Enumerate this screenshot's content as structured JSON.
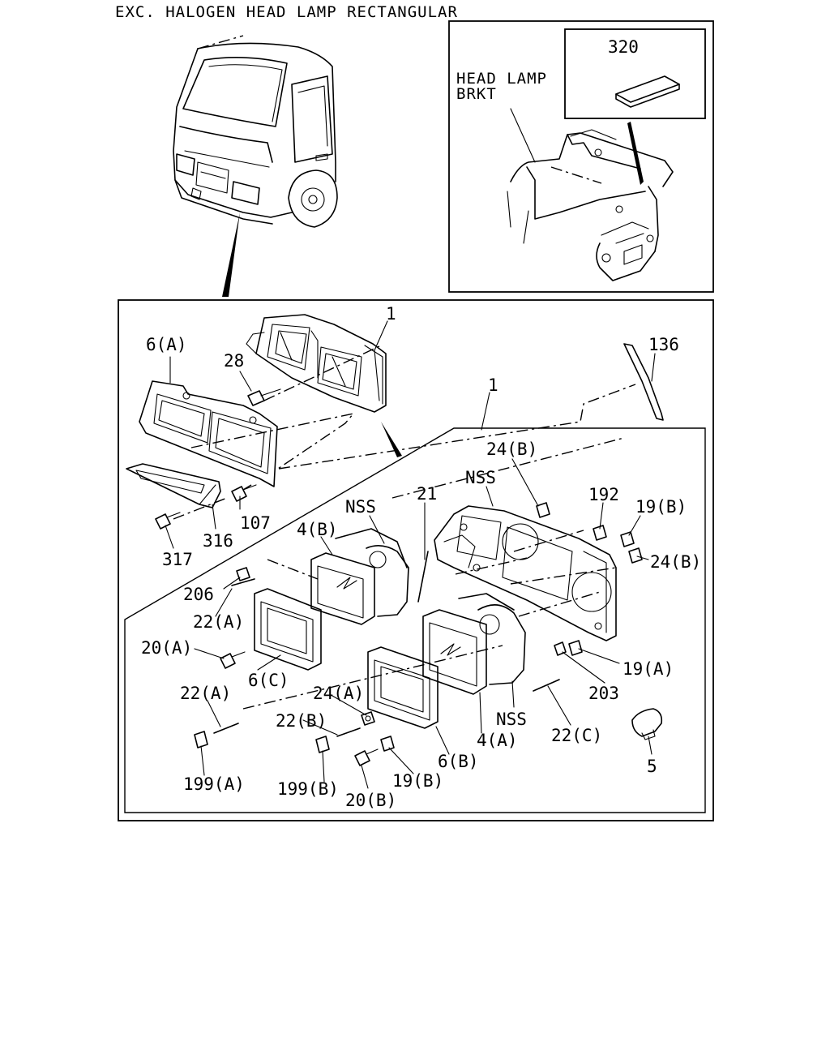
{
  "title": "EXC. HALOGEN HEAD LAMP RECTANGULAR",
  "inset": {
    "bracket_label_line1": "HEAD LAMP",
    "bracket_label_line2": "BRKT",
    "part": "320"
  },
  "callouts": {
    "p1_top": "1",
    "p1_mid": "1",
    "p6a": "6(A)",
    "p28": "28",
    "p136": "136",
    "p107": "107",
    "p316": "316",
    "p317": "317",
    "p24b_top": "24(B)",
    "nss_top": "NSS",
    "p192": "192",
    "p19b_right": "19(B)",
    "p24b_right": "24(B)",
    "nss_left": "NSS",
    "p21": "21",
    "p4b": "4(B)",
    "p206": "206",
    "p22a_upper": "22(A)",
    "p20a": "20(A)",
    "p6c": "6(C)",
    "p22a_lower": "22(A)",
    "p24a": "24(A)",
    "p22b": "22(B)",
    "p199a": "199(A)",
    "p199b": "199(B)",
    "p20b": "20(B)",
    "p19b_bottom": "19(B)",
    "p6b": "6(B)",
    "p4a": "4(A)",
    "nss_bottom": "NSS",
    "p22c": "22(C)",
    "p19a": "19(A)",
    "p203": "203",
    "p5": "5"
  }
}
